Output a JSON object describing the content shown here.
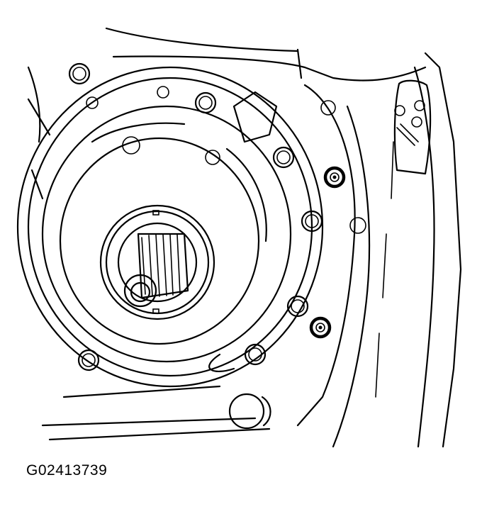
{
  "figure": {
    "caption": "G02413739",
    "subject": "transmission-oil-pump-assembly-illustration",
    "colors": {
      "line": "#000000",
      "background": "#ffffff"
    },
    "bolts_visible": 8,
    "highlighted_bolts": 2
  }
}
